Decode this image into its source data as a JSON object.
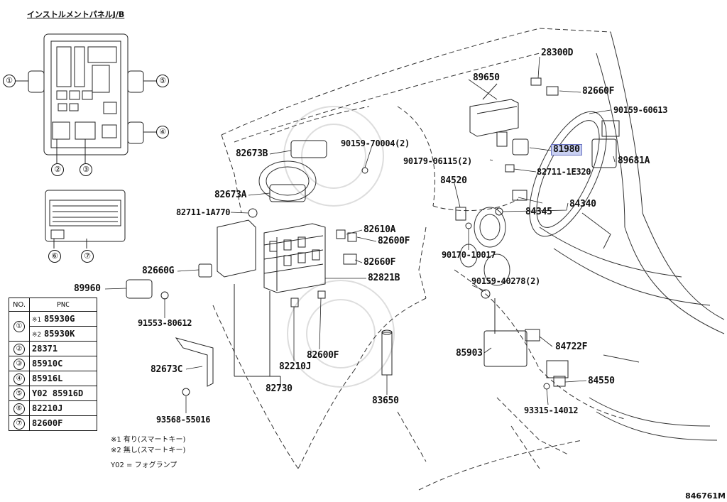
{
  "title": "インストルメントパネルJ/B",
  "diagram_code": "846761M",
  "callouts": [
    {
      "id": "28300D",
      "label": "28300D"
    },
    {
      "id": "89650",
      "label": "89650"
    },
    {
      "id": "82660F_top",
      "label": "82660F"
    },
    {
      "id": "90159-60613",
      "label": "90159-60613"
    },
    {
      "id": "90159-70004",
      "label": "90159-70004(2)"
    },
    {
      "id": "82673B",
      "label": "82673B"
    },
    {
      "id": "81980",
      "label": "81980"
    },
    {
      "id": "89681A",
      "label": "89681A"
    },
    {
      "id": "90179-06115",
      "label": "90179-06115(2)"
    },
    {
      "id": "82711-1E320",
      "label": "82711-1E320"
    },
    {
      "id": "84520",
      "label": "84520"
    },
    {
      "id": "82673A",
      "label": "82673A"
    },
    {
      "id": "84340",
      "label": "84340"
    },
    {
      "id": "84345",
      "label": "84345"
    },
    {
      "id": "82711-1A770",
      "label": "82711-1A770"
    },
    {
      "id": "82610A",
      "label": "82610A"
    },
    {
      "id": "82600F_mid",
      "label": "82600F"
    },
    {
      "id": "90170-10017",
      "label": "90170-10017"
    },
    {
      "id": "82660F_mid",
      "label": "82660F"
    },
    {
      "id": "82660G",
      "label": "82660G"
    },
    {
      "id": "82821B",
      "label": "82821B"
    },
    {
      "id": "89960",
      "label": "89960"
    },
    {
      "id": "90159-40278",
      "label": "90159-40278(2)"
    },
    {
      "id": "91553-80612",
      "label": "91553-80612"
    },
    {
      "id": "84722F",
      "label": "84722F"
    },
    {
      "id": "85903",
      "label": "85903"
    },
    {
      "id": "82600F_low",
      "label": "82600F"
    },
    {
      "id": "82210J",
      "label": "82210J"
    },
    {
      "id": "82673C",
      "label": "82673C"
    },
    {
      "id": "84550",
      "label": "84550"
    },
    {
      "id": "82730",
      "label": "82730"
    },
    {
      "id": "83650",
      "label": "83650"
    },
    {
      "id": "93568-55016",
      "label": "93568-55016"
    },
    {
      "id": "93315-14012",
      "label": "93315-14012"
    }
  ],
  "jb_markers": [
    "①",
    "②",
    "③",
    "④",
    "⑤",
    "⑥",
    "⑦"
  ],
  "table": {
    "header_no": "NO.",
    "header_pnc": "PNC",
    "rows": [
      {
        "no": "①",
        "mark": "※1",
        "pnc": "85930G"
      },
      {
        "no": "",
        "mark": "※2",
        "pnc": "85930K"
      },
      {
        "no": "②",
        "mark": "",
        "pnc": "28371"
      },
      {
        "no": "③",
        "mark": "",
        "pnc": "85910C"
      },
      {
        "no": "④",
        "mark": "",
        "pnc": "85916L"
      },
      {
        "no": "⑤",
        "mark": "",
        "pnc": "Y02 85916D"
      },
      {
        "no": "⑥",
        "mark": "",
        "pnc": "82210J"
      },
      {
        "no": "⑦",
        "mark": "",
        "pnc": "82600F"
      }
    ]
  },
  "notes": [
    "※1 有り(スマートキー)",
    "※2 無し(スマートキー)",
    "Y02 = フォグランプ"
  ]
}
